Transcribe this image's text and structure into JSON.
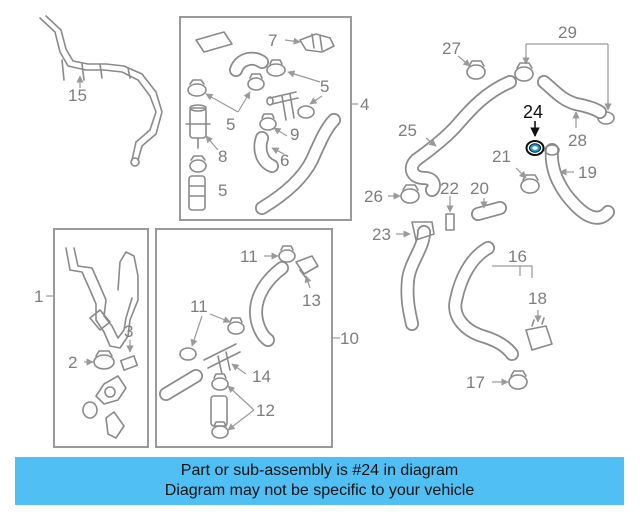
{
  "diagram": {
    "labels": {
      "l1": "1",
      "l2": "2",
      "l3": "3",
      "l4": "4",
      "l5a": "5",
      "l5b": "5",
      "l5c": "5",
      "l6": "6",
      "l7": "7",
      "l8": "8",
      "l9": "9",
      "l10": "10",
      "l11a": "11",
      "l11b": "11",
      "l12": "12",
      "l13": "13",
      "l14": "14",
      "l15": "15",
      "l16": "16",
      "l17": "17",
      "l18": "18",
      "l19": "19",
      "l20": "20",
      "l21": "21",
      "l22": "22",
      "l23": "23",
      "l24": "24",
      "l25": "25",
      "l26": "26",
      "l27": "27",
      "l28": "28",
      "l29": "29"
    },
    "highlight_color": "#1a9fe0"
  },
  "banner": {
    "line1": "Part or sub-assembly is #24 in diagram",
    "line2": "Diagram may not be specific to your vehicle",
    "color": "#50c0f4"
  }
}
